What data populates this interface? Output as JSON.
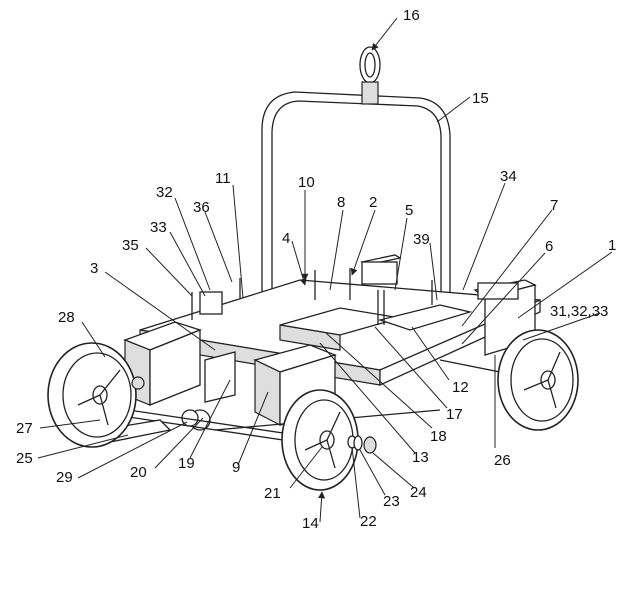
{
  "callouts": [
    "16",
    "15",
    "34",
    "7",
    "6",
    "1",
    "31,32,33",
    "39",
    "5",
    "2",
    "8",
    "10",
    "11",
    "36",
    "32",
    "33",
    "35",
    "4",
    "3",
    "28",
    "27",
    "25",
    "29",
    "20",
    "19",
    "9",
    "21",
    "14",
    "22",
    "23",
    "24",
    "13",
    "18",
    "17",
    "12",
    "26"
  ],
  "colors": {
    "ink": "#222222",
    "background": "#ffffff",
    "shade": "#dedede"
  }
}
